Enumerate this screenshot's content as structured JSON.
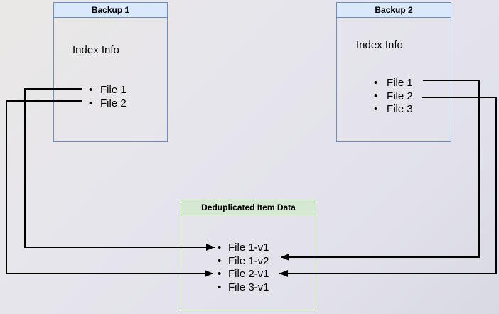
{
  "boxes": {
    "backup1": {
      "title": "Backup 1",
      "subtitle": "Index Info",
      "items": [
        "File 1",
        "File 2"
      ]
    },
    "backup2": {
      "title": "Backup 2",
      "subtitle": "Index Info",
      "items": [
        "File 1",
        "File 2",
        "File 3"
      ]
    },
    "dedup": {
      "title": "Deduplicated Item Data",
      "items": [
        "File 1-v1",
        "File 1-v2",
        "File 2-v1",
        "File 3-v1"
      ]
    }
  },
  "connections": [
    {
      "from": "Backup 1 / File 1",
      "to": "File 1-v1"
    },
    {
      "from": "Backup 1 / File 2",
      "to": "File 2-v1"
    },
    {
      "from": "Backup 2 / File 1",
      "to": "File 1-v2"
    },
    {
      "from": "Backup 2 / File 2",
      "to": "File 2-v1"
    }
  ],
  "colors": {
    "background": "#e6e5ec",
    "blue_box_border": "#6c8ebf",
    "blue_header_fill": "#dae8fc",
    "green_box_border": "#82b366",
    "green_header_fill": "#d5e8d4",
    "connector": "#000000",
    "text": "#000000"
  }
}
